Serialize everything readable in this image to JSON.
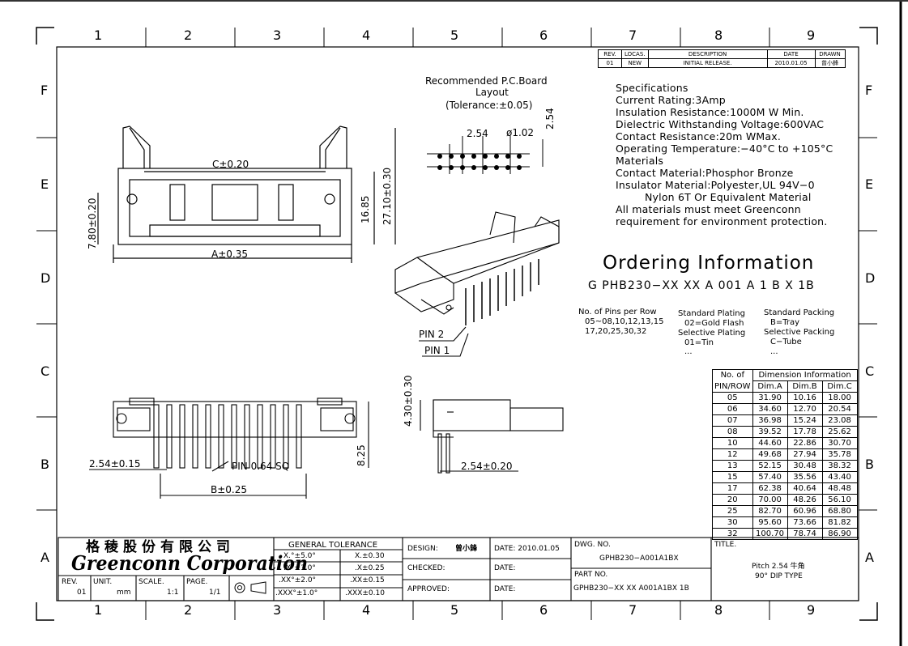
{
  "revision_block": {
    "headers": [
      "REV.",
      "LOCAS.",
      "DESCRIPTION",
      "DATE",
      "DRAWN"
    ],
    "row": [
      "01",
      "NEW",
      "INITIAL RELEASE.",
      "2010.01.05",
      "曾小鋒"
    ]
  },
  "zones": {
    "columns": [
      "1",
      "2",
      "3",
      "4",
      "5",
      "6",
      "7",
      "8",
      "9"
    ],
    "rows": [
      "F",
      "E",
      "D",
      "C",
      "B",
      "A"
    ]
  },
  "pcb_layout": {
    "title": "Recommended P.C.Board",
    "subtitle": "Layout",
    "tolerance": "(Tolerance:±0.05)",
    "pitch": "2.54",
    "hole": "ø1.02",
    "row_pitch": "2.54"
  },
  "specifications": {
    "lines": [
      "Specifications",
      "Current Rating:3Amp",
      "Insulation Resistance:1000M W Min.",
      "Dielectric Withstanding Voltage:600VAC",
      "Contact Resistance:20m WMax.",
      "Operating Temperature:−40°C to +105°C",
      "Materials",
      "Contact Material:Phosphor Bronze",
      "Insulator Material:Polyester,UL 94V−0",
      "Nylon 6T Or Equivalent Material",
      "All materials must meet Greenconn",
      "requirement for environment protection."
    ]
  },
  "ordering": {
    "title": "Ordering Information",
    "code": "G PHB230−XX XX A 001 A 1 B X 1B",
    "pins_label": [
      "No. of Pins per Row",
      "05~08,10,12,13,15",
      "17,20,25,30,32"
    ],
    "plating_label": [
      "Standard Plating",
      "02=Gold Flash",
      "Selective Plating",
      "01=Tin",
      "..."
    ],
    "packing_label": [
      "Standard Packing",
      "B=Tray",
      "Selective Packing",
      "C−Tube",
      "..."
    ]
  },
  "front_view": {
    "c_dim": "C±0.20",
    "a_dim": "A±0.35",
    "h1": "7.80±0.20",
    "h2": "16.85",
    "h3": "27.10±0.30"
  },
  "iso_view": {
    "pin2": "PIN 2",
    "pin1": "PIN 1"
  },
  "bottom_view": {
    "pitch": "2.54±0.15",
    "pin": "PIN 0.64 SQ",
    "b_dim": "B±0.25",
    "height": "8.25"
  },
  "side_view": {
    "height": "4.30±0.30",
    "pitch": "2.54±0.20"
  },
  "dimension_table": {
    "header_left": [
      "No. of",
      "PIN/ROW"
    ],
    "header_group": "Dimension Information",
    "columns": [
      "Dim.A",
      "Dim.B",
      "Dim.C"
    ],
    "rows": [
      [
        "05",
        "31.90",
        "10.16",
        "18.00"
      ],
      [
        "06",
        "34.60",
        "12.70",
        "20.54"
      ],
      [
        "07",
        "36.98",
        "15.24",
        "23.08"
      ],
      [
        "08",
        "39.52",
        "17.78",
        "25.62"
      ],
      [
        "10",
        "44.60",
        "22.86",
        "30.70"
      ],
      [
        "12",
        "49.68",
        "27.94",
        "35.78"
      ],
      [
        "13",
        "52.15",
        "30.48",
        "38.32"
      ],
      [
        "15",
        "57.40",
        "35.56",
        "43.40"
      ],
      [
        "17",
        "62.38",
        "40.64",
        "48.48"
      ],
      [
        "20",
        "70.00",
        "48.26",
        "56.10"
      ],
      [
        "25",
        "82.70",
        "60.96",
        "68.80"
      ],
      [
        "30",
        "95.60",
        "73.66",
        "81.82"
      ],
      [
        "32",
        "100.70",
        "78.74",
        "86.90"
      ]
    ]
  },
  "title_block": {
    "company_cn": "格稜股份有限公司",
    "company_en": "Greenconn Corporation",
    "general_tolerance": "GENERAL TOLERANCE",
    "tol_rows": [
      [
        "X.°±5.0°",
        "X.±0.30"
      ],
      [
        ".X°±3.0°",
        ".X±0.25"
      ],
      [
        ".XX°±2.0°",
        ".XX±0.15"
      ],
      [
        ".XXX°±1.0°",
        ".XXX±0.10"
      ]
    ],
    "rev_label": "REV.",
    "rev_value": "01",
    "unit_label": "UNIT.",
    "unit_value": "mm",
    "scale_label": "SCALE.",
    "scale_value": "1:1",
    "page_label": "PAGE.",
    "page_value": "1/1",
    "design_label": "DESIGN:",
    "design_value": "曾小鋒",
    "checked_label": "CHECKED:",
    "approved_label": "APPROVED:",
    "date1": "DATE: 2010.01.05",
    "date2": "DATE:",
    "date3": "DATE:",
    "dwg_label": "DWG. NO.",
    "dwg_value": "GPHB230−A001A1BX",
    "part_label": "PART NO.",
    "part_value": "GPHB230−XX XX A001A1BX 1B",
    "title_label": "TITLE.",
    "title_line1": "Pitch 2.54 牛角",
    "title_line2": "90° DIP TYPE"
  }
}
